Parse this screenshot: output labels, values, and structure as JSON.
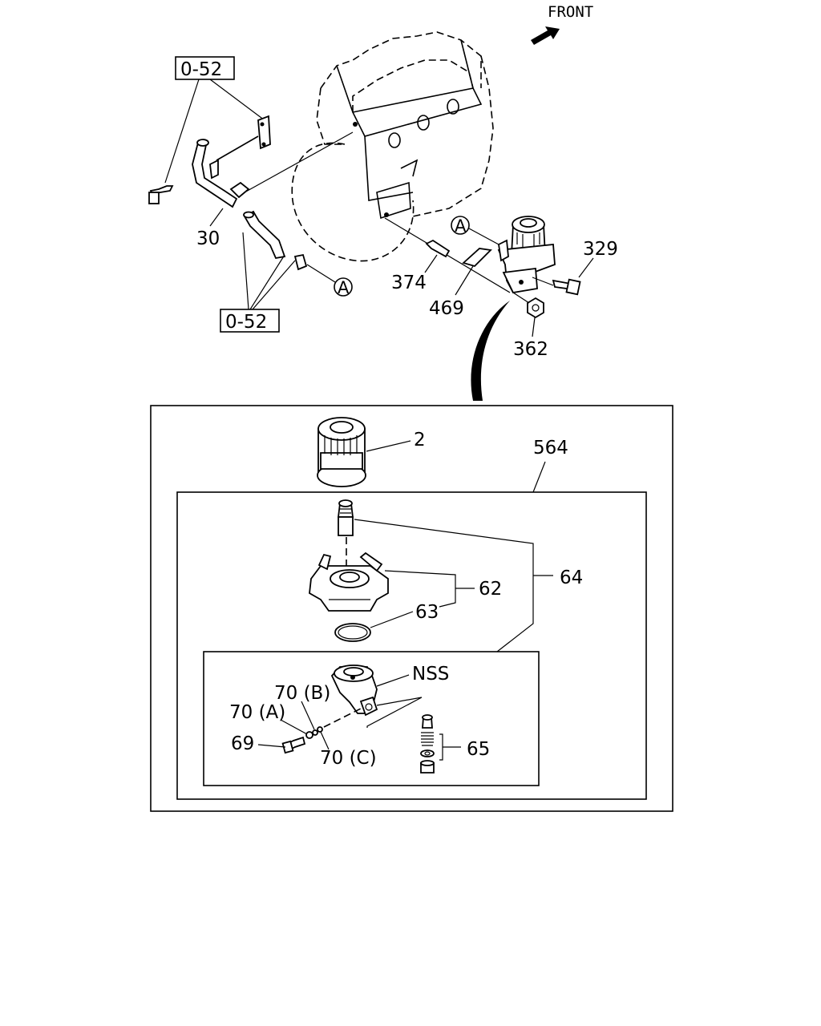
{
  "header": {
    "direction_label": "FRONT"
  },
  "references": {
    "upper": "0-52",
    "lower": "0-52",
    "connector": "A"
  },
  "upper_labels": {
    "p30": "30",
    "p329": "329",
    "p374": "374",
    "p469": "469",
    "p362": "362"
  },
  "detail_labels": {
    "p2": "2",
    "p564": "564",
    "p64": "64",
    "p62": "62",
    "p63": "63",
    "nss": "NSS",
    "p70b": "70 (B)",
    "p70a": "70 (A)",
    "p69": "69",
    "p70c": "70 (C)",
    "p65": "65"
  },
  "colors": {
    "line": "#000000",
    "background": "#ffffff"
  }
}
